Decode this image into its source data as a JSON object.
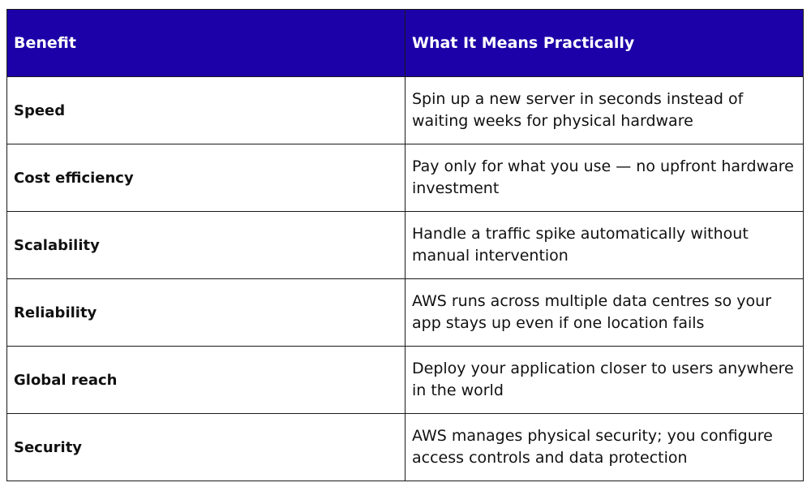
{
  "header": {
    "benefit": "Benefit",
    "meaning": "What It Means Practically"
  },
  "rows": [
    {
      "benefit": "Speed",
      "meaning": "Spin up a new server in seconds instead of waiting weeks for physical hardware"
    },
    {
      "benefit": "Cost efficiency",
      "meaning": "Pay only for what you use — no upfront hardware investment"
    },
    {
      "benefit": "Scalability",
      "meaning": "Handle a traffic spike automatically without manual intervention"
    },
    {
      "benefit": "Reliability",
      "meaning": "AWS runs across multiple data centres so your app stays up even if one location fails"
    },
    {
      "benefit": "Global reach",
      "meaning": "Deploy your application closer to users anywhere in the world"
    },
    {
      "benefit": "Security",
      "meaning": "AWS manages physical security; you configure access controls and data protection"
    }
  ],
  "colors": {
    "header_bg": "#1c00a8",
    "header_text": "#ffffff",
    "border": "#1a1a1a"
  }
}
